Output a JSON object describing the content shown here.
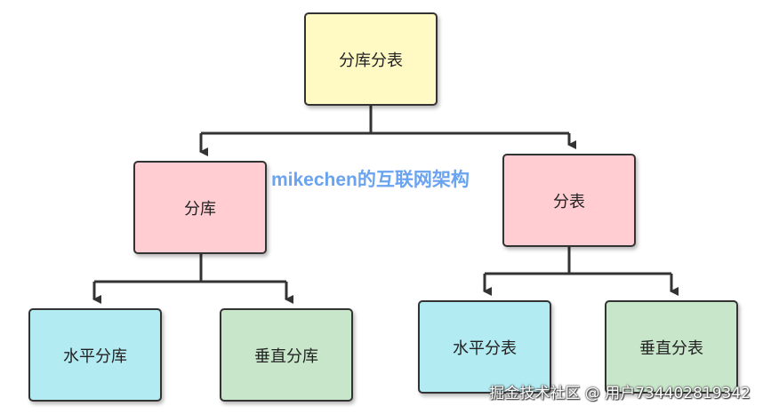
{
  "nodes": {
    "root": {
      "label": "分库分表",
      "color": "#fff9c4"
    },
    "database_split": {
      "label": "分库",
      "color": "#ffcdd2"
    },
    "table_split": {
      "label": "分表",
      "color": "#ffcdd2"
    },
    "horizontal_db": {
      "label": "水平分库",
      "color": "#b2ebf2"
    },
    "vertical_db": {
      "label": "垂直分库",
      "color": "#c8e6c9"
    },
    "horizontal_tb": {
      "label": "水平分表",
      "color": "#b2ebf2"
    },
    "vertical_tb": {
      "label": "垂直分表",
      "color": "#c8e6c9"
    }
  },
  "edges": [
    {
      "from": "分库分表",
      "to": "分库"
    },
    {
      "from": "分库分表",
      "to": "分表"
    },
    {
      "from": "分库",
      "to": "水平分库"
    },
    {
      "from": "分库",
      "to": "垂直分库"
    },
    {
      "from": "分表",
      "to": "水平分表"
    },
    {
      "from": "分表",
      "to": "垂直分表"
    }
  ],
  "watermark": {
    "text": "mikechen的互联网架构",
    "color": "#6aa3f0"
  },
  "credit": {
    "text": "掘金技术社区 @ 用户734402819342"
  },
  "line_color": "#333333"
}
